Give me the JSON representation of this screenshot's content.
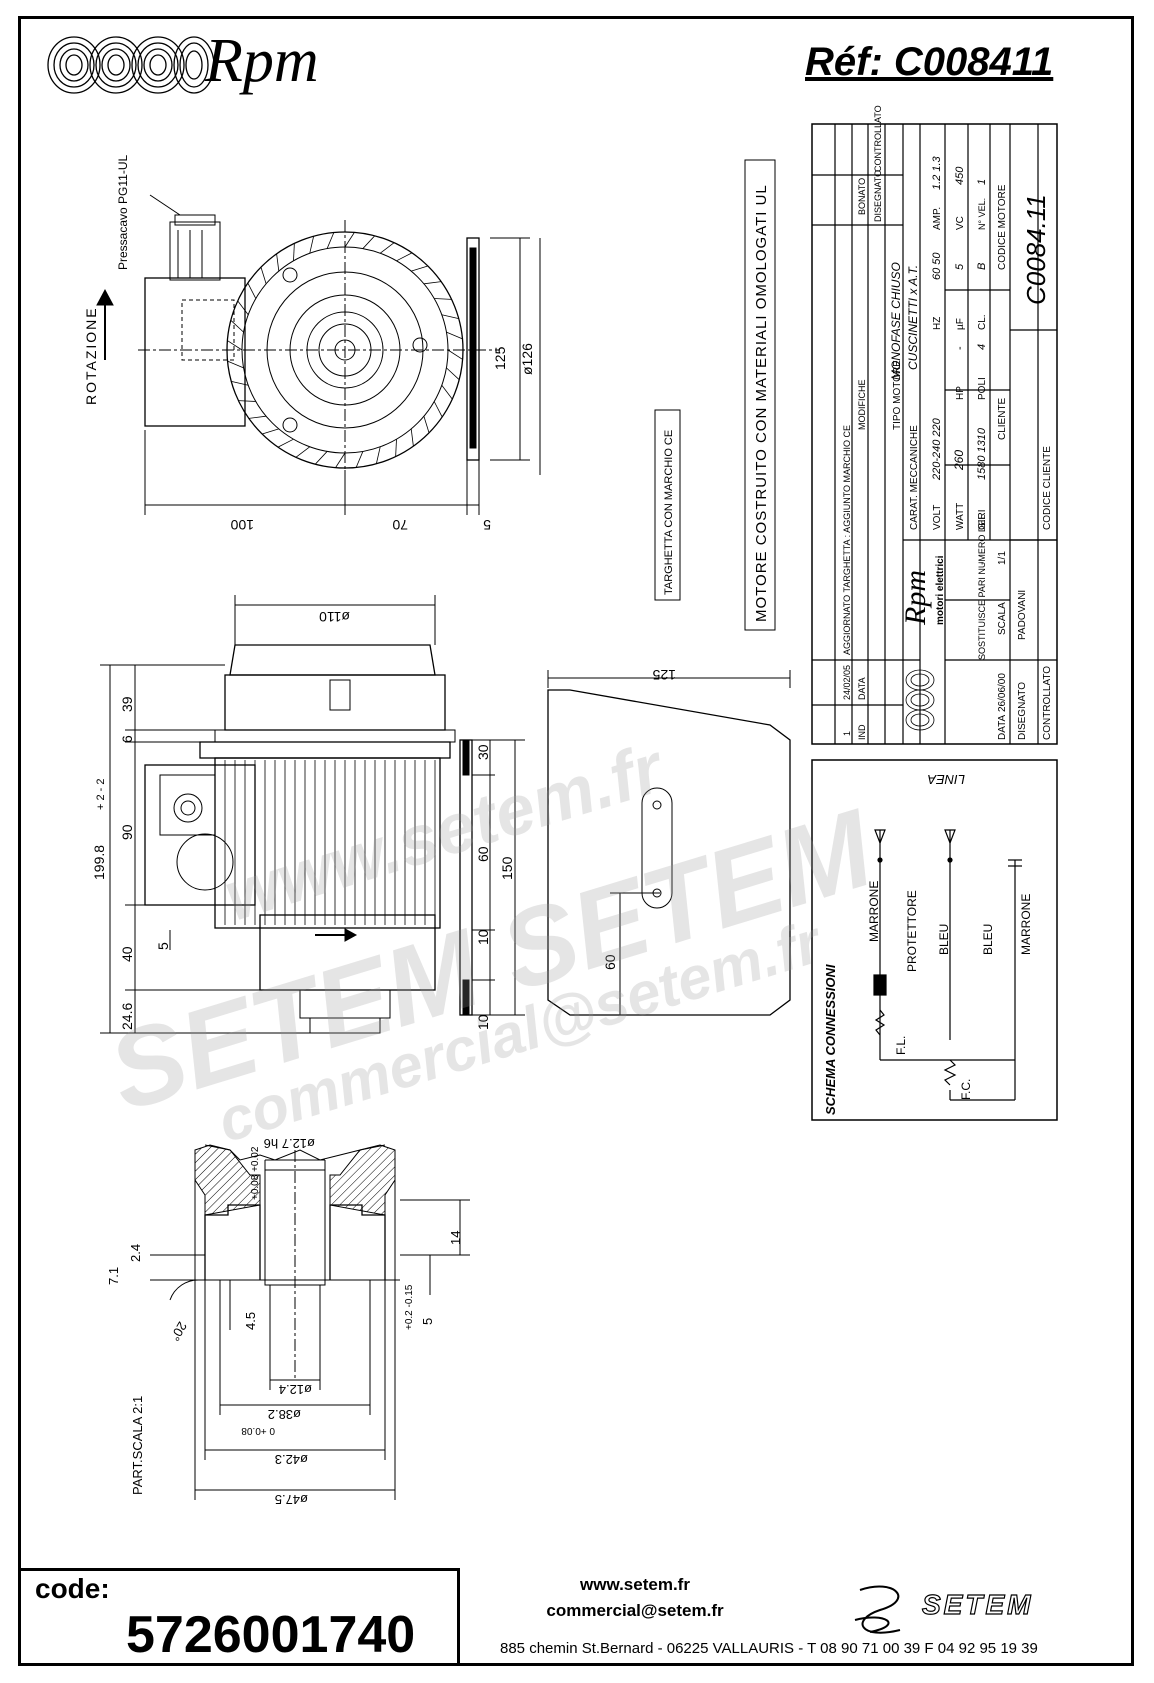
{
  "header": {
    "logo_text": "Rpm",
    "reference": "Réf:  C008411"
  },
  "drawing": {
    "top_view": {
      "cable_gland_label": "Pressacavo PG11-UL",
      "rotation_label": "ROTAZIONE",
      "dim_125": "125",
      "dim_d126": "ø126",
      "dim_100": "100",
      "dim_70": "70",
      "dim_5": "5"
    },
    "side_view": {
      "dim_d110": "ø110",
      "dim_39": "39",
      "dim_6": "6",
      "dim_90": "90",
      "dim_total": "199.8",
      "dim_total_tol": "+ 2 - 2",
      "dim_5": "5",
      "dim_40": "40",
      "dim_24_6": "24.6",
      "dim_30": "30",
      "dim_60": "60",
      "dim_150": "150",
      "dim_10a": "10",
      "dim_10b": "10"
    },
    "plate_view": {
      "dim_125": "125",
      "dim_60": "60"
    },
    "plate_note": "TARGHETTA CON MARCHIO CE",
    "ul_note": "MOTORE COSTRUITO CON MATERIALI OMOLOGATI UL",
    "detail_view": {
      "scale_label": "PART.SCALA 2:1",
      "dim_d12_7": "ø12.7 h6",
      "dim_tol_top": "+0.08 +0.02",
      "dim_2_4": "2.4",
      "dim_7_1": "7.1",
      "dim_14": "14",
      "dim_angle": "20°",
      "dim_4_5": "4.5",
      "dim_5": "5",
      "dim_5_tol": "+0.2 -0.15",
      "dim_d12_4": "ø12.4",
      "dim_d38_2": "ø38.2",
      "dim_d38_2_tol": "0 +0.08",
      "dim_d42_3": "ø42.3",
      "dim_d47_5": "ø47.5"
    },
    "title_block": {
      "revisions": [
        {
          "ind": "1",
          "date": "24/02/05",
          "note": "AGGIORNATO TARGHETTA : AGGIUNTO MARCHIO CE"
        }
      ],
      "col_ind": "IND",
      "col_data": "DATA",
      "col_modifiche": "MODIFICHE",
      "col_disegnato": "DISEGNATO",
      "col_controllato": "CONTROLLATO",
      "col_bonato": "BONATO",
      "tipo_motore_label": "TIPO MOTORE",
      "tipo_motore": "MONOFASE CHIUSO",
      "carat_label": "CARAT. MECCANICHE",
      "carat": "CUSCINETTI x A.T.",
      "volt_label": "VOLT",
      "volt": "220-240 220",
      "hz_label": "HZ",
      "hz": "60 50",
      "amp_label": "AMP.",
      "amp": "1.2 1.3",
      "watt_label": "WATT",
      "watt": "260",
      "hp_label": "HP",
      "hp": "-",
      "uf_label": "µF",
      "uf": "5",
      "vc_label": "VC",
      "vc": "450",
      "giri_label": "GIRI",
      "giri": "1580 1310",
      "poli_label": "POLI",
      "poli": "4",
      "cl_label": "CL.",
      "cl": "B",
      "nvel_label": "N° VEL.",
      "nvel": "1",
      "cliente_label": "CLIENTE",
      "codice_cliente_label": "CODICE CLIENTE",
      "codice_motore_label": "CODICE MOTORE",
      "codice_motore": "C0084.11",
      "company_text": "Rpm",
      "company_sub": "motori elettrici",
      "sostituisce_label": "SOSTITUISCE PARI NUMERO DEL",
      "sostituisce": "-",
      "data_label": "DATA",
      "data": "26/06/00",
      "scala_label": "SCALA",
      "scala": "1/1",
      "disegnato_label": "DISEGNATO",
      "disegnato": "PADOVANI",
      "controllato_label": "CONTROLLATO"
    },
    "schema": {
      "title": "SCHEMA CONNESSIONI",
      "linea": "LINEA",
      "marrone1": "MARRONE",
      "protettore": "PROTETTORE",
      "bleu1": "BLEU",
      "bleu2": "BLEU",
      "marrone2": "MARRONE",
      "fl": "F.L.",
      "fc": "F.C."
    }
  },
  "footer": {
    "code_label": "code:",
    "code": "5726001740",
    "website": "www.setem.fr",
    "email": "commercial@setem.fr",
    "address": "885 chemin St.Bernard  -  06225 VALLAURIS  -  T 08 90 71 00 39  F 04 92 95 19 39",
    "brand": "SETEM"
  },
  "watermarks": {
    "w1": "www.setem.fr",
    "w2": "SETEM  SETEM",
    "w3": "commercial@setem.fr"
  }
}
